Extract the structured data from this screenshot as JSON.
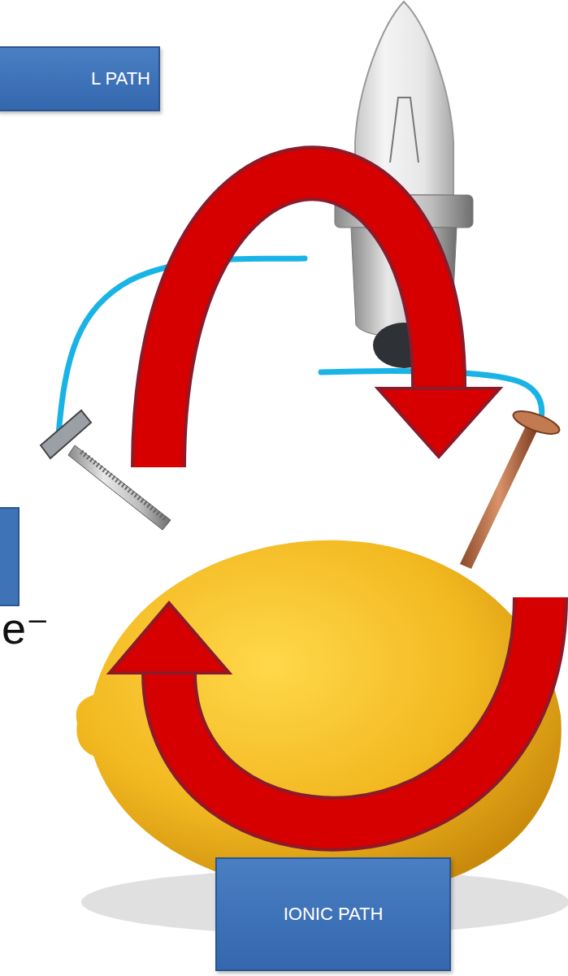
{
  "diagram": {
    "nodes": [
      {
        "text": [
          "L PATH"
        ]
      },
      {
        "text": [
          "IONIC PATH"
        ]
      }
    ],
    "labels": [
      "e⁻"
    ]
  }
}
